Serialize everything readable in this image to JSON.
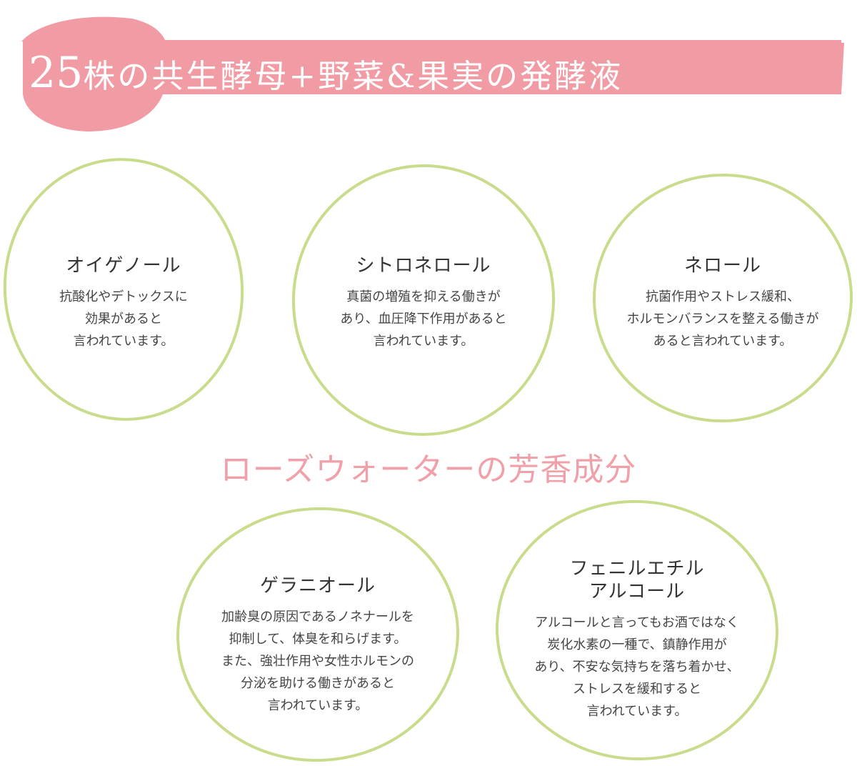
{
  "banner": {
    "title_big": "25",
    "title_rest": "株の共生酵母+野菜&果実の発酵液",
    "color": "#f19ca4"
  },
  "section": {
    "title": "ローズウォーターの芳香成分",
    "color": "#f0a0a8"
  },
  "circle_stroke_color": "#c8dc8c",
  "ingredients": [
    {
      "name": "オイゲノール",
      "description": "抗酸化やデトックスに\n効果があると\n言われています。"
    },
    {
      "name": "シトロネロール",
      "description": "真菌の増殖を抑える働きが\nあり、血圧降下作用があると\n言われています。"
    },
    {
      "name": "ネロール",
      "description": "抗菌作用やストレス緩和、\nホルモンバランスを整える働きが\nあると言われています。"
    },
    {
      "name": "ゲラニオール",
      "description": "加齢臭の原因であるノネナールを\n抑制して、体臭を和らげます。\nまた、強壮作用や女性ホルモンの\n分泌を助ける働きがあると\n言われています。"
    },
    {
      "name": "フェニルエチル\nアルコール",
      "description": "アルコールと言ってもお酒ではなく\n炭化水素の一種で、鎮静作用が\nあり、不安な気持ちを落ち着かせ、\nストレスを緩和すると\n言われています。"
    }
  ]
}
